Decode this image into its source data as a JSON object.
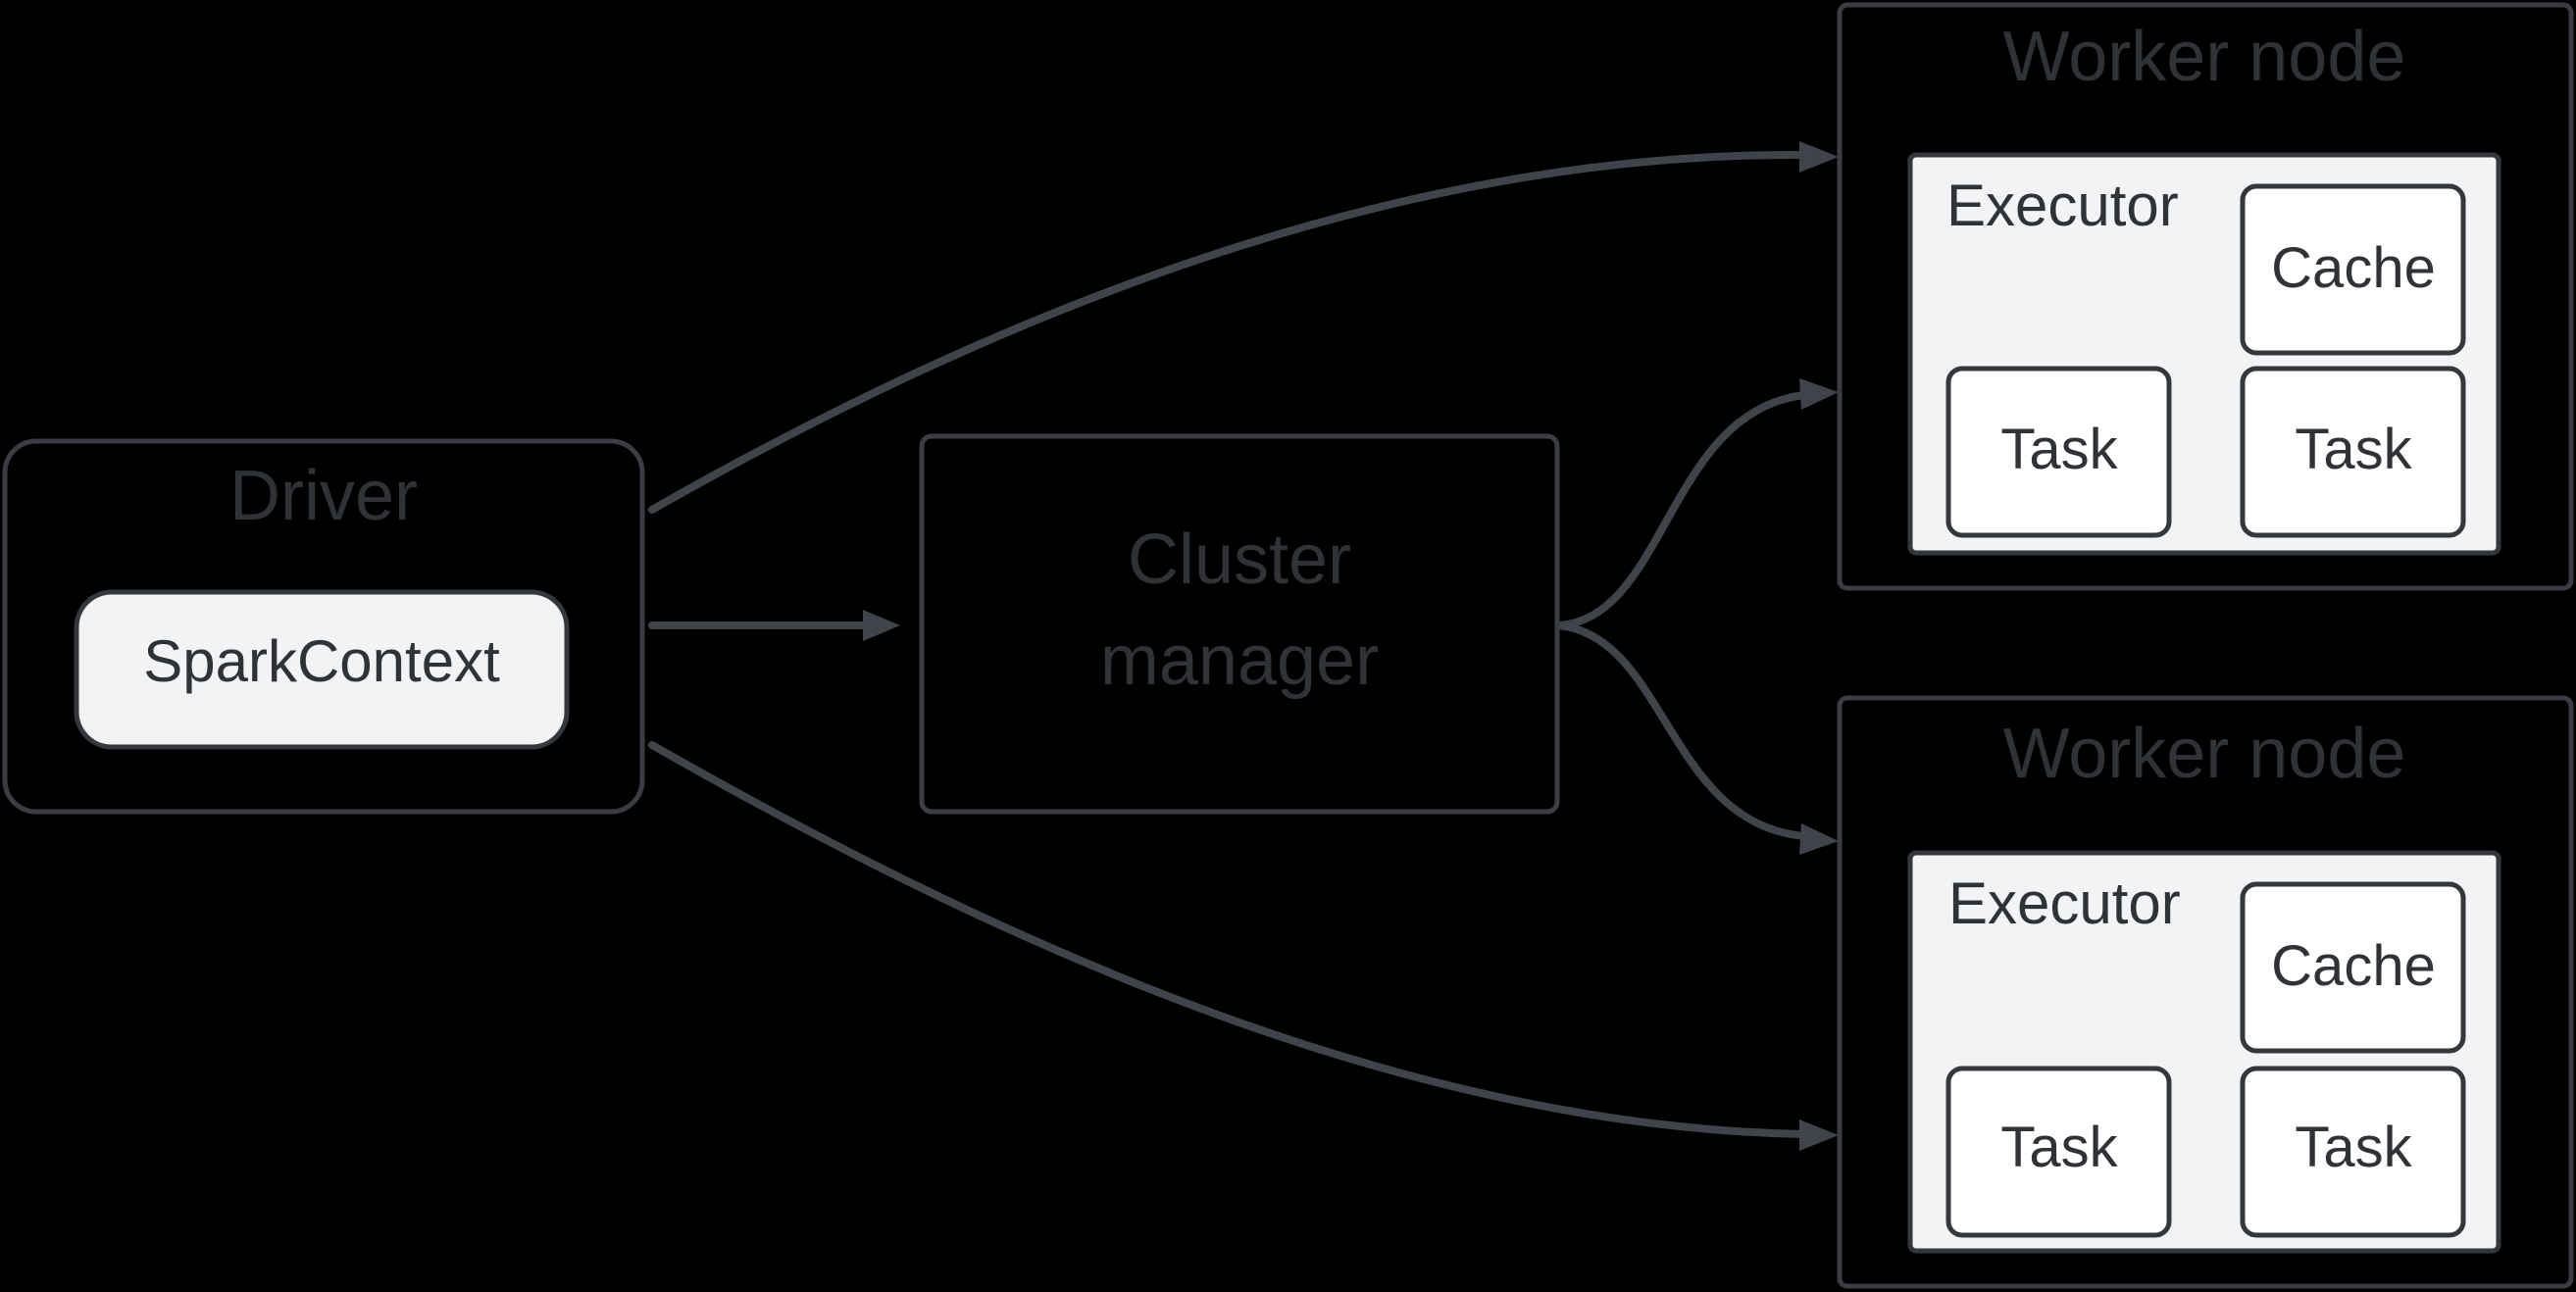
{
  "driver": {
    "title": "Driver",
    "context": "SparkContext"
  },
  "cluster_manager": {
    "line1": "Cluster",
    "line2": "manager"
  },
  "workers": [
    {
      "title": "Worker node",
      "executor": "Executor",
      "cache": "Cache",
      "tasks": [
        "Task",
        "Task"
      ]
    },
    {
      "title": "Worker node",
      "executor": "Executor",
      "cache": "Cache",
      "tasks": [
        "Task",
        "Task"
      ]
    }
  ],
  "colors": {
    "background": "#000000",
    "stroke": "#3f444a",
    "executor_fill": "#f2f3f5",
    "box_fill": "#ffffff",
    "text": "#2f3237"
  }
}
